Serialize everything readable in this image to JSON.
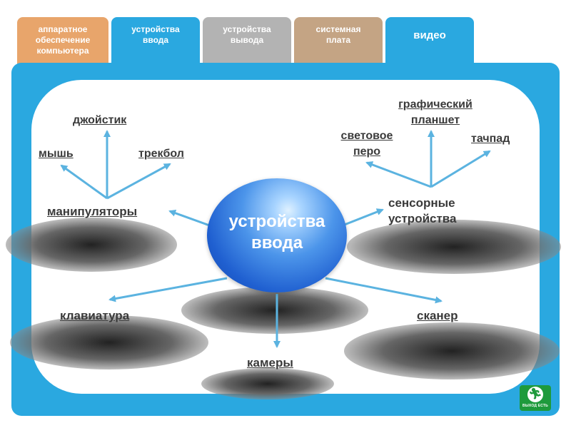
{
  "tabs": [
    {
      "label": "аппаратное\nобеспечение\nкомпьютера",
      "color": "#e8a56b"
    },
    {
      "label": "устройства\nввода",
      "color": "#2aa8e0"
    },
    {
      "label": "устройства\nвывода",
      "color": "#b3b3b3"
    },
    {
      "label": "системная\nплата",
      "color": "#c4a484"
    },
    {
      "label": "видео",
      "color": "#2aa8e0"
    }
  ],
  "center": {
    "label": "устройства\nввода"
  },
  "nodes": {
    "manipulators": "манипуляторы",
    "joystick": "джойстик",
    "mouse": "мышь",
    "trackball": "трекбол",
    "keyboard": "клавиатура",
    "cameras": "камеры",
    "scanner": "сканер",
    "touch_devices": "сенсорные\nустройства",
    "light_pen": "световое\nперо",
    "graphic_tablet": "графический\nпланшет",
    "touchpad": "тачпад"
  },
  "exit_button": {
    "label": "ВЫХОД ЕСТЬ",
    "icon": "running-man-icon"
  },
  "colors": {
    "frame": "#2aa8e0",
    "arrow": "#5bb3e0",
    "text": "#3a3a3a"
  }
}
